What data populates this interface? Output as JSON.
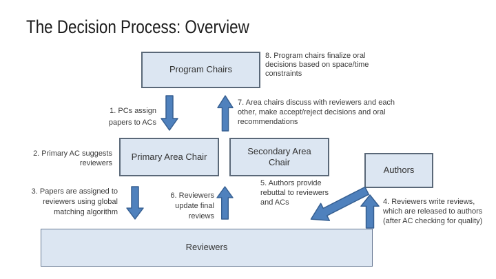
{
  "slide": {
    "title": "The Decision Process: Overview",
    "boxes": {
      "program_chairs": {
        "label": "Program Chairs"
      },
      "primary_area_chair": {
        "label": "Primary Area Chair"
      },
      "secondary_area_chair": {
        "label": "Secondary Area Chair"
      },
      "authors": {
        "label": "Authors"
      },
      "reviewers": {
        "label": "Reviewers"
      }
    },
    "notes": {
      "step1": {
        "lines": [
          "1. PCs assign",
          "papers to ACs"
        ]
      },
      "step2": {
        "lines": [
          "2. Primary AC suggests",
          "reviewers"
        ]
      },
      "step3": {
        "lines": [
          "3. Papers are assigned to",
          "reviewers using global",
          "matching algorithm"
        ]
      },
      "step4": {
        "lines": [
          "4. Reviewers write reviews,",
          "which are released to authors",
          "(after AC checking for quality)"
        ]
      },
      "step5": {
        "lines": [
          "5. Authors provide",
          "rebuttal to reviewers",
          "and ACs"
        ]
      },
      "step6": {
        "lines": [
          "6. Reviewers",
          "update final",
          "reviews"
        ]
      },
      "step7": {
        "lines": [
          "7. Area chairs discuss with reviewers and each",
          "other, make accept/reject decisions and oral",
          "recommendations"
        ]
      },
      "step8": {
        "lines": [
          "8. Program chairs finalize oral",
          "decisions based on space/time",
          "constraints"
        ]
      }
    },
    "arrows": [
      {
        "id": "pcs-to-acs",
        "direction": "down"
      },
      {
        "id": "acs-to-pcs",
        "direction": "up"
      },
      {
        "id": "acs-to-reviewers",
        "direction": "down"
      },
      {
        "id": "reviewers-to-acs",
        "direction": "up"
      },
      {
        "id": "reviewers-to-authors",
        "direction": "up"
      },
      {
        "id": "authors-to-reviewers",
        "direction": "down-left"
      }
    ],
    "colors": {
      "box_fill": "#dce6f2",
      "box_border": "#5a6878",
      "arrow_fill": "#4f81bd",
      "arrow_stroke": "#365f91",
      "title_text": "#1c1c1c",
      "body_text": "#3a3a3a"
    }
  }
}
